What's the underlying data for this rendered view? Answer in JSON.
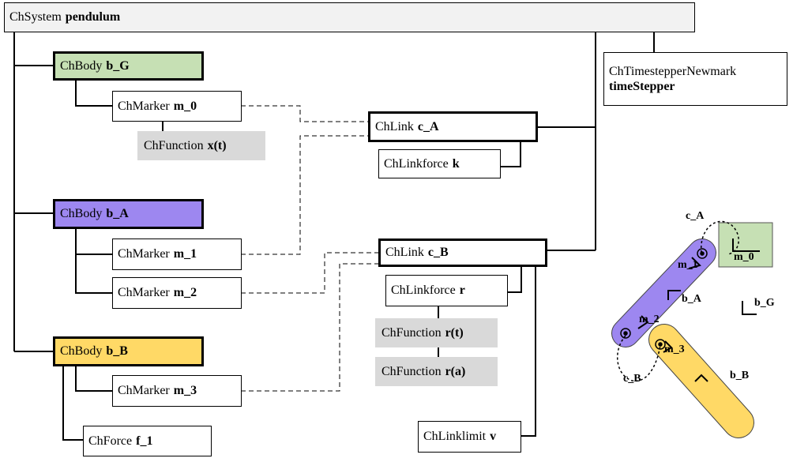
{
  "system": {
    "type": "ChSystem",
    "name": "pendulum"
  },
  "timestepper": {
    "type": "ChTimestepperNewmark",
    "name": "timeStepper"
  },
  "bodies": {
    "b_G": {
      "type": "ChBody",
      "name": "b_G",
      "color": "#c6e0b4"
    },
    "b_A": {
      "type": "ChBody",
      "name": "b_A",
      "color": "#9d87f0"
    },
    "b_B": {
      "type": "ChBody",
      "name": "b_B",
      "color": "#ffd966"
    }
  },
  "markers": {
    "m_0": {
      "type": "ChMarker",
      "name": "m_0"
    },
    "m_1": {
      "type": "ChMarker",
      "name": "m_1"
    },
    "m_2": {
      "type": "ChMarker",
      "name": "m_2"
    },
    "m_3": {
      "type": "ChMarker",
      "name": "m_3"
    }
  },
  "functions": {
    "x": {
      "type": "ChFunction",
      "name": "x(t)"
    },
    "rt": {
      "type": "ChFunction",
      "name": "r(t)"
    },
    "ra": {
      "type": "ChFunction",
      "name": "r(a)"
    }
  },
  "force": {
    "type": "ChForce",
    "name": "f_1"
  },
  "links": {
    "c_A": {
      "type": "ChLink",
      "name": "c_A"
    },
    "c_B": {
      "type": "ChLink",
      "name": "c_B"
    }
  },
  "linkforces": {
    "k": {
      "type": "ChLinkforce",
      "name": "k"
    },
    "r": {
      "type": "ChLinkforce",
      "name": "r"
    }
  },
  "linklimit": {
    "type": "ChLinklimit",
    "name": "v"
  },
  "sketch": {
    "labels": {
      "c_A": "c_A",
      "c_B": "c_B",
      "m_0": "m_0",
      "m_1": "m_1",
      "m_2": "m_2",
      "m_3": "m_3",
      "b_A": "b_A",
      "b_B": "b_B",
      "b_G": "b_G"
    }
  }
}
